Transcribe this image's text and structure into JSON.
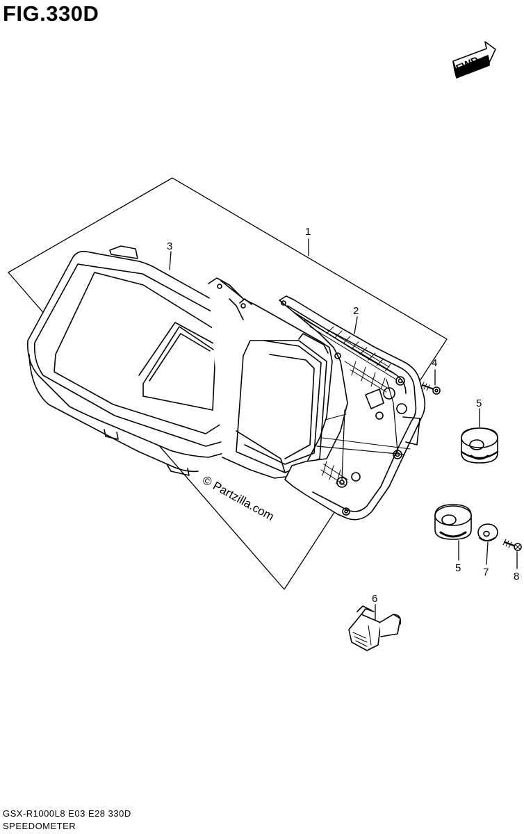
{
  "figure": {
    "title": "FIG.330D",
    "fwd_label": "FWD",
    "watermark": "© Partzilla.com"
  },
  "callouts": [
    "1",
    "2",
    "3",
    "4",
    "5",
    "5",
    "6",
    "7",
    "8"
  ],
  "footer": {
    "model_code": "GSX-R1000L8  E03  E28  330D",
    "section_name": "SPEEDOMETER"
  }
}
